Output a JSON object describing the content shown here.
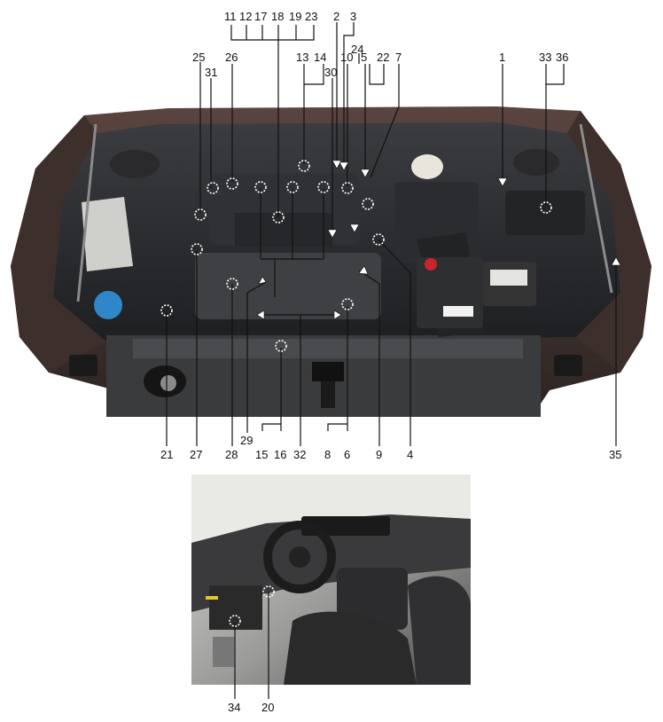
{
  "labels": {
    "l1": "1",
    "l2": "2",
    "l3": "3",
    "l4": "4",
    "l5": "5",
    "l6": "6",
    "l7": "7",
    "l8": "8",
    "l9": "9",
    "l10": "10",
    "l11": "11",
    "l12": "12",
    "l13": "13",
    "l14": "14",
    "l15": "15",
    "l16": "16",
    "l17": "17",
    "l18": "18",
    "l19": "19",
    "l20": "20",
    "l21": "21",
    "l22": "22",
    "l23": "23",
    "l24": "24",
    "l25": "25",
    "l26": "26",
    "l27": "27",
    "l28": "28",
    "l29": "29",
    "l30": "30",
    "l31": "31",
    "l32": "32",
    "l33": "33",
    "l34": "34",
    "l35": "35",
    "l36": "36"
  },
  "colors": {
    "engine_bay_dark": "#2a2b2e",
    "car_body": "#4a3a36",
    "coolant_cap": "#2f86c8",
    "battery_terminal": "#c9252b",
    "interior_light": "#d8d8d4",
    "marker": "#ffffff"
  }
}
